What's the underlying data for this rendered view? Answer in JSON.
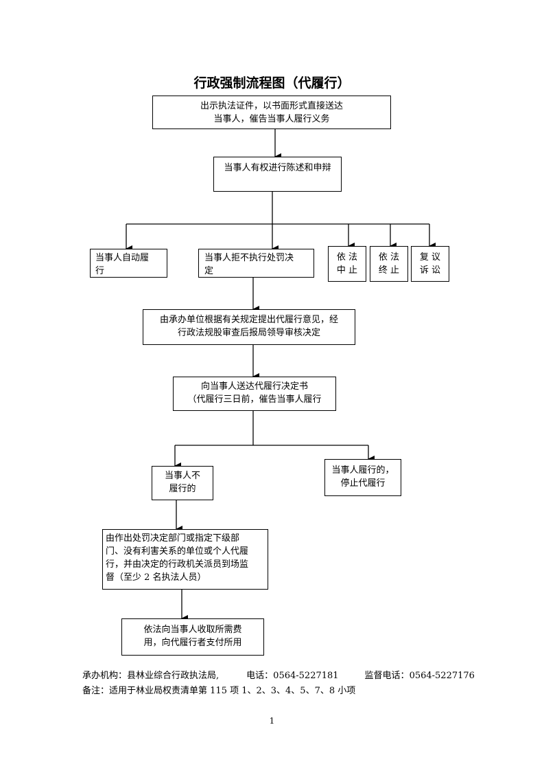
{
  "title": "行政强制流程图（代履行）",
  "nodes": {
    "notice": [
      "出示执法证件，以书面形式直接送达",
      "当事人，催告当事人履行义务"
    ],
    "defense": [
      "当事人有权进行陈述和申辩"
    ],
    "self_perform": [
      "当事人自动履",
      "行"
    ],
    "refuse": [
      "当事人拒不执行处罚决",
      "定"
    ],
    "suspend": [
      "依 法",
      "中 止"
    ],
    "terminate": [
      "依 法",
      "终 止"
    ],
    "review": [
      "复 议",
      "诉 讼"
    ],
    "opinion": [
      "由承办单位根据有关规定提出代履行意见，经",
      "行政法规股审查后报局领导审核决定"
    ],
    "decision": [
      "向当事人送达代履行决定书",
      "（代履行三日前，催告当事人履行"
    ],
    "not_perform": [
      "当事人不",
      "履行的"
    ],
    "performed": [
      "当事人履行的，",
      "停止代履行"
    ],
    "execute": [
      "由作出处罚决定部门或指定下级部",
      "门、没有利害关系的单位或个人代履",
      "行，并由决定的行政机关派员到场监",
      "督（至少 2 名执法人员）"
    ],
    "fees": [
      "依法向当事人收取所需费",
      "用，向代履行者支付所用"
    ]
  },
  "footer": {
    "agency_label": "承办机构：",
    "agency": "县林业综合行政执法局,",
    "phone_label": "电话：",
    "phone": "0564-5227181",
    "supervise_label": "监督电话：",
    "supervise_phone": "0564-5227176",
    "note_label": "备注：",
    "note": "适用于林业局权责清单第 115 项 1、2、3、4、5、7、8 小项"
  },
  "page_number": "1"
}
